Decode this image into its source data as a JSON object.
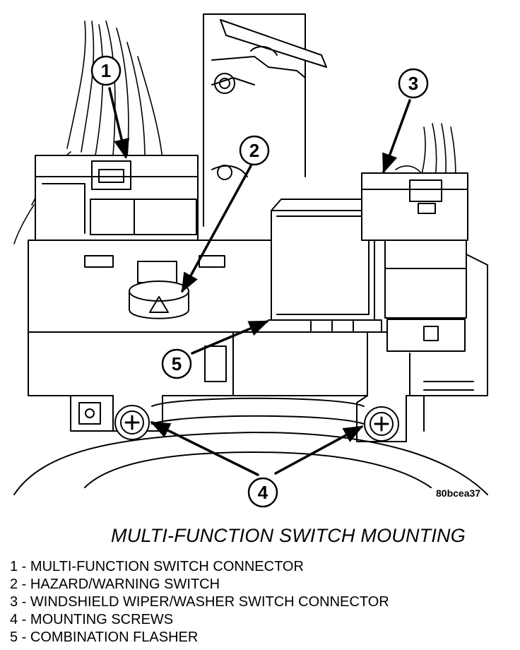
{
  "figure": {
    "code": "80bcea37",
    "callouts": [
      "1",
      "2",
      "3",
      "4",
      "5"
    ]
  },
  "caption": {
    "title": "MULTI-FUNCTION SWITCH MOUNTING"
  },
  "legend": [
    {
      "num": "1",
      "text": "MULTI-FUNCTION SWITCH CONNECTOR"
    },
    {
      "num": "2",
      "text": "HAZARD/WARNING SWITCH"
    },
    {
      "num": "3",
      "text": "WINDSHIELD WIPER/WASHER SWITCH CONNECTOR"
    },
    {
      "num": "4",
      "text": "MOUNTING SCREWS"
    },
    {
      "num": "5",
      "text": "COMBINATION FLASHER"
    }
  ]
}
